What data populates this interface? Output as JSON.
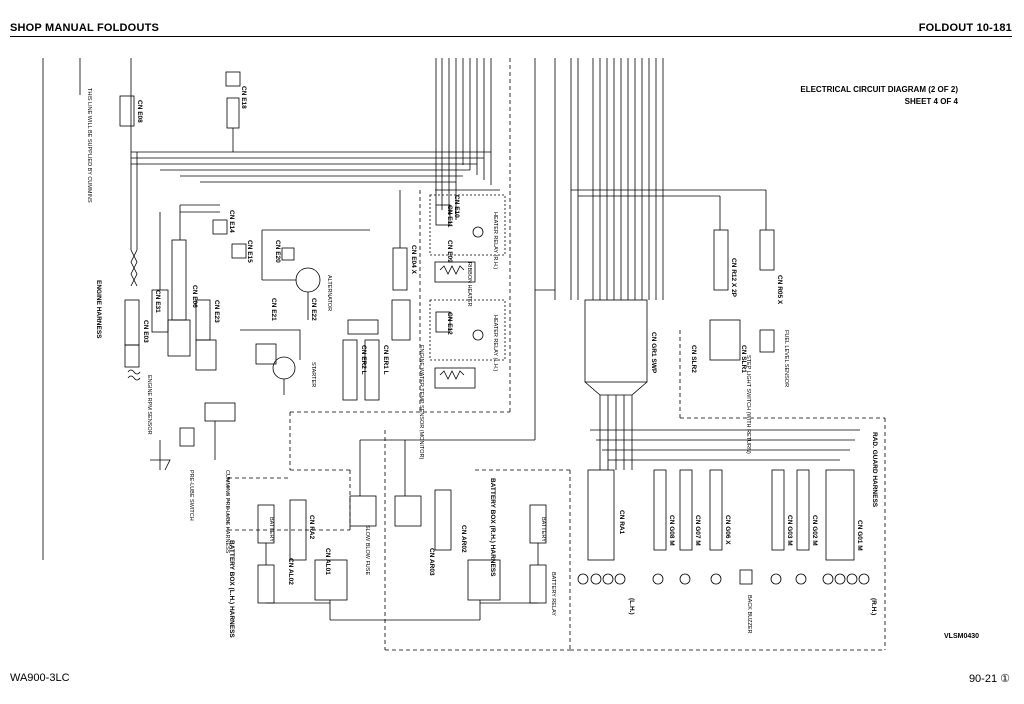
{
  "header": {
    "left": "SHOP MANUAL FOLDOUTS",
    "right": "FOLDOUT 10-181"
  },
  "diagram": {
    "title_line1": "ELECTRICAL CIRCUIT DIAGRAM (2 OF 2)",
    "title_line2": "SHEET 4 OF 4",
    "code": "VLSM0430",
    "labels": {
      "engine_harness": "ENGINE HARNESS",
      "rad_guard_harness": "RAD. GUARD HARNESS",
      "battery_box_rh": "BATTERY BOX (R.H.) HARNESS",
      "battery_box_lh": "BATTERY BOX (L.H.) HARNESS",
      "alternator": "ALTERNATOR",
      "starter": "STARTER",
      "heater_relay_rh": "HEATER RELAY (R.H.)",
      "heater_relay_lh": "HEATER RELAY (L.H.)",
      "ribbon_heater": "RIBBON HEATER",
      "fuel_level_sensor": "FUEL LEVEL SENSOR",
      "step_light_switch": "STEP LIGHT SWITCH (WITH RETURN)",
      "water_temp_sensor": "ENGINE WATER TEMP SENSOR (MONITOR)",
      "battery": "BATTERY",
      "battery_relay": "BATTERY RELAY",
      "slow_blow_fuse": "SLOW BLOW FUSE",
      "prelube_switch": "PRE-LUBE SWITCH",
      "cummins_prelube": "CUMMINS PRE-LUBE HARNESS",
      "engine_speed_sensor": "ENGINE RPM SENSOR",
      "cummins_note": "THIS LINE WILL BE SUPPLIED BY CUMMINS",
      "back_buzzer": "BACK BUZZER",
      "rh_lamps": "(R.H.)",
      "lh_lamps": "(L.H.)"
    },
    "connectors": {
      "e18": "CN E18",
      "e08": "CN E08",
      "e14": "CN E14",
      "e15": "CN E15",
      "e20": "CN E20",
      "e21": "CN E21",
      "e22": "CN E22",
      "e31": "CN E31",
      "e03": "CN E03",
      "e06": "CN E06",
      "e23": "CN E23",
      "e10": "CN E10",
      "e11": "CN E11",
      "e12": "CN E12",
      "e09": "CN E09",
      "e04x": "CN E04 X",
      "er1l": "CN ER1 L",
      "er2l": "CN ER2 L",
      "gr1": "CN GR1 SWP",
      "r12": "CN R12 X 2P",
      "r05": "CN R05 X",
      "slr1": "CN SLR1",
      "slr2": "CN SLR2",
      "ra1": "CN RA1",
      "ra2": "CN RA2",
      "g08": "CN G08 M",
      "g07": "CN G07 M",
      "g03": "CN G03 M",
      "g02": "CN G02 M",
      "g01": "CN G01 M",
      "g06x": "CN G06 X",
      "al01": "CN AL01",
      "al02": "CN AL02",
      "ar02": "CN AR02",
      "ar03": "CN AR03"
    }
  },
  "footer": {
    "left": "WA900-3LC",
    "right": "90-21 ①"
  }
}
